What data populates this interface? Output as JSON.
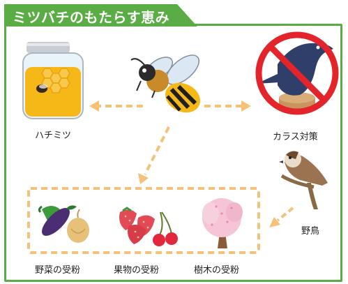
{
  "title": "ミツバチのもたらす恵み",
  "labels": {
    "honey": "ハチミツ",
    "crow_control": "カラス対策",
    "wild_bird": "野鳥",
    "vegetable_pollination": "野菜の受粉",
    "fruit_pollination": "果物の受粉",
    "tree_pollination": "樹木の受粉"
  },
  "colors": {
    "accent_green": "#5aad45",
    "arrow_orange": "#f3c178",
    "honey_yellow": "#f6b817"
  },
  "icons": [
    "honey-jar-icon",
    "bee-icon",
    "crow-prohibited-icon",
    "sparrow-icon",
    "vegetables-icon",
    "fruits-icon",
    "cherry-tree-icon"
  ]
}
